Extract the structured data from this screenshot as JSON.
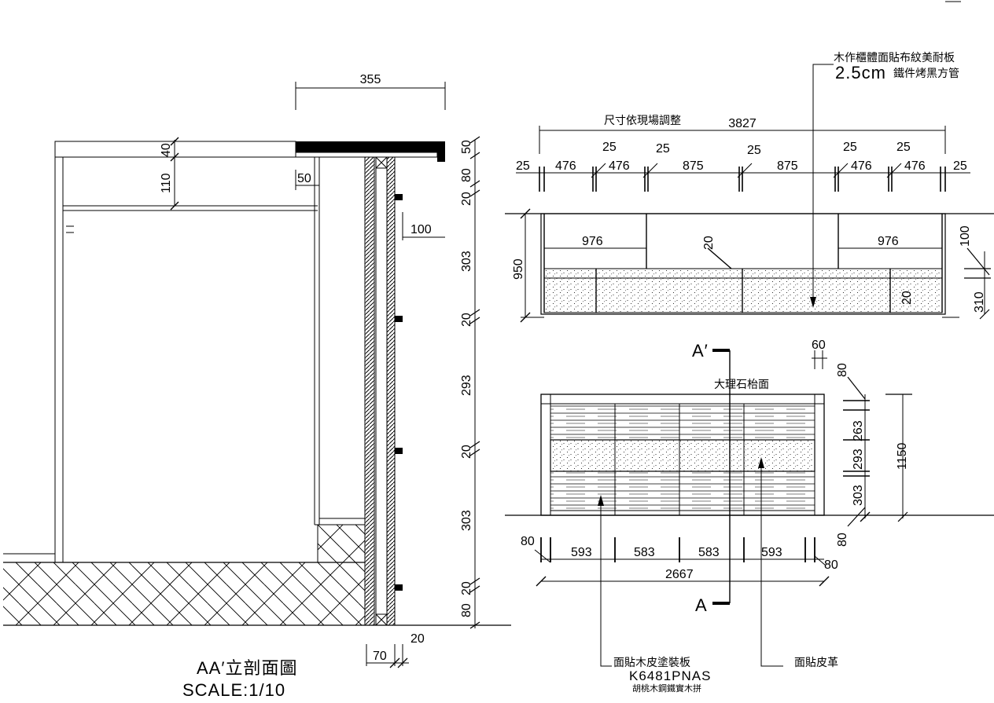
{
  "section_aa": {
    "title": "AA′立剖面圖",
    "scale": "SCALE:1/10",
    "dims": {
      "top_width": "355",
      "top_thk": "40",
      "fascia": "110",
      "offset_50": "50",
      "rail_offset": "100",
      "bottom_70": "70",
      "bottom_20": "20",
      "right_chain": [
        "50",
        "80",
        "20",
        "303",
        "20",
        "293",
        "20",
        "303",
        "20",
        "80"
      ]
    }
  },
  "plan_view": {
    "note_line1": "木作櫃體面貼布紋美耐板",
    "note_line2": "2.5cm",
    "note_line2b": "鐵件烤黑方管",
    "site_note": "尺寸依現場調整",
    "overall": "3827",
    "top_chain": [
      "25",
      "476",
      "25",
      "476",
      "25",
      "875",
      "25",
      "875",
      "25",
      "476",
      "25",
      "476",
      "25"
    ],
    "inner_left": "976",
    "inner_right": "976",
    "dim_20_top": "20",
    "dim_20_side": "20",
    "depth": "950",
    "right_100": "100",
    "right_310": "310"
  },
  "elevation_view": {
    "marker_a_prime": "A′",
    "marker_a": "A",
    "marble_top": "大理石枱面",
    "dim_60": "60",
    "dim_80_top": "80",
    "right_chain": [
      "263",
      "293",
      "303"
    ],
    "height": "1150",
    "dim_80_bottom_right": "80",
    "dim_80_left": "80",
    "bottom_chain": [
      "593",
      "583",
      "583",
      "593"
    ],
    "dim_80_right": "80",
    "overall": "2667",
    "note_veneer": "面貼木皮塗裝板",
    "note_code": "K6481PNAS",
    "note_code_sub": "胡桃木鋼鐵實木拼",
    "note_leather": "面貼皮革"
  }
}
